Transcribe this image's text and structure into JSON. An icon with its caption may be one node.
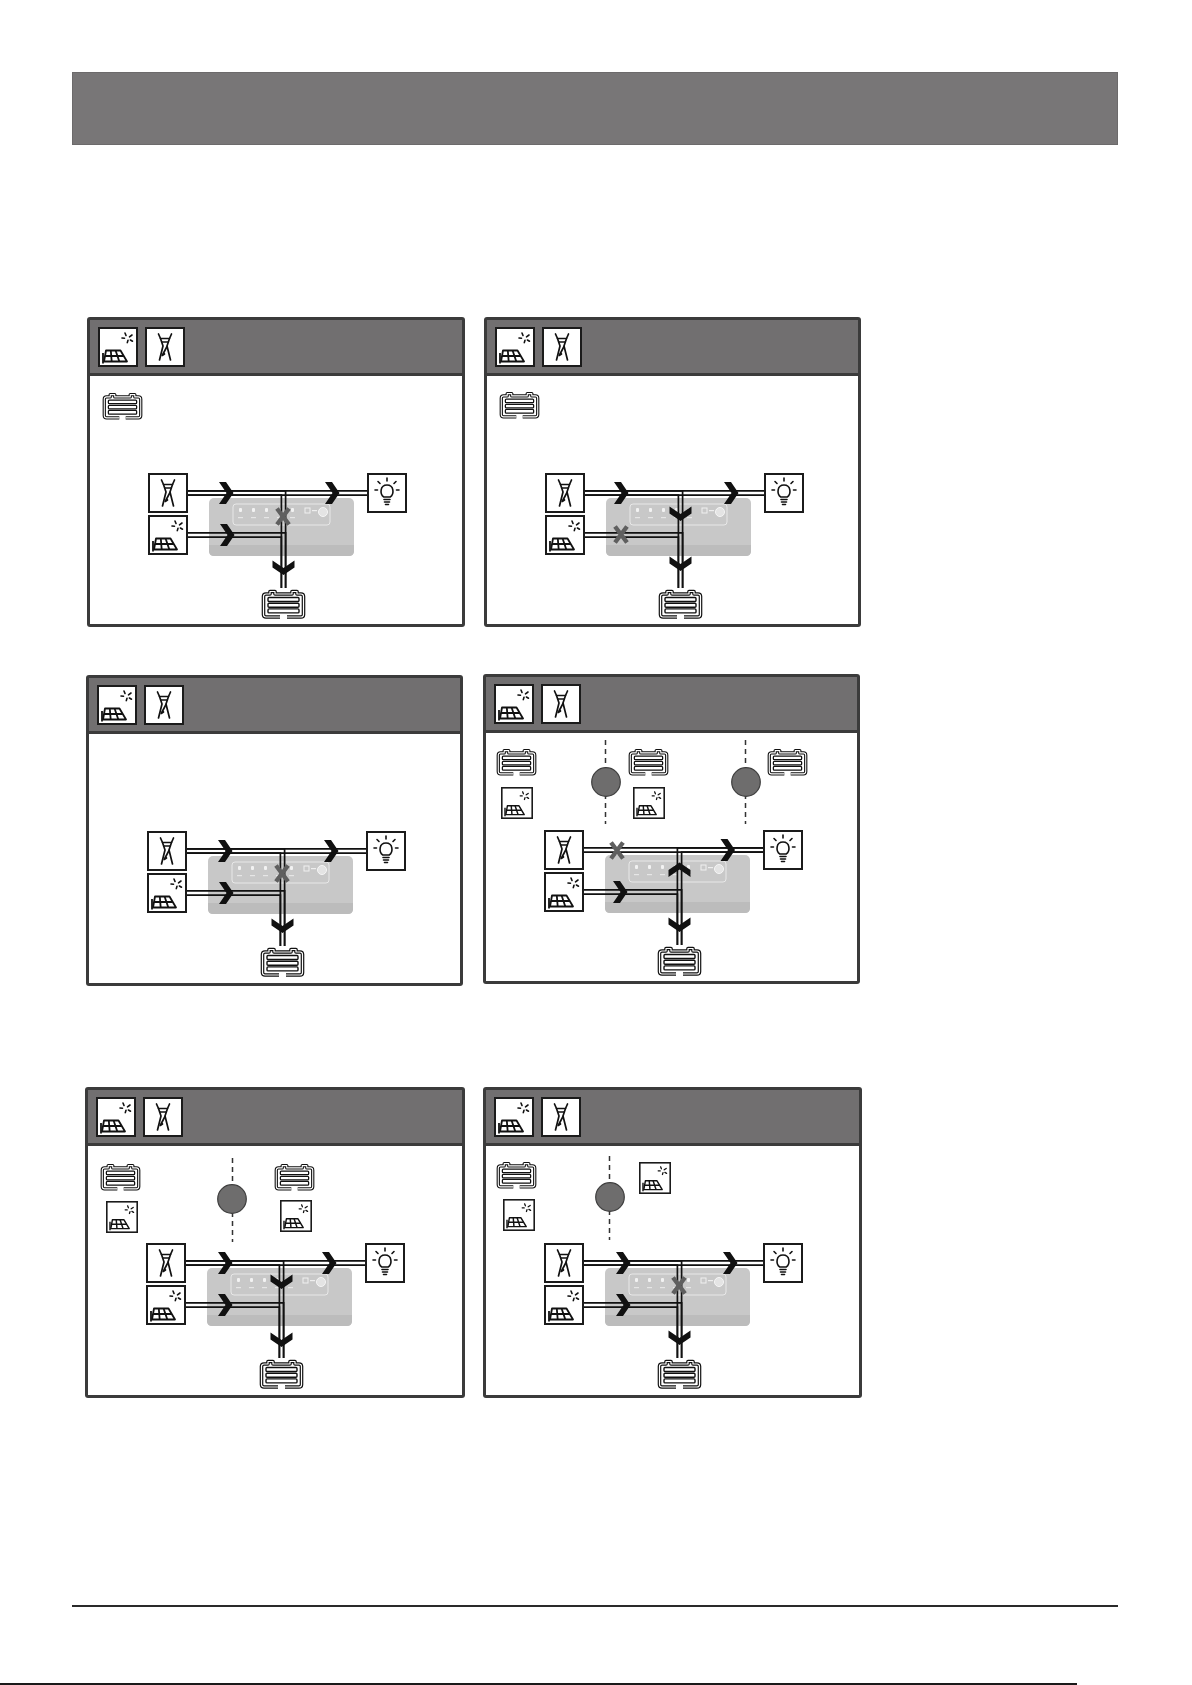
{
  "diagram": {
    "nodes": [
      {
        "text": [],
        "shape": "box"
      },
      {
        "text": [],
        "shape": "picture",
        "in": 0
      },
      {
        "text": [],
        "shape": "picture",
        "in": 0
      },
      {
        "text": [],
        "shape": "picture",
        "in": 0
      },
      {
        "text": [],
        "shape": "picture",
        "in": 0
      },
      {
        "text": [],
        "shape": "box"
      },
      {
        "text": [],
        "shape": "picture",
        "in": 5
      },
      {
        "text": [],
        "shape": "picture",
        "in": 5
      },
      {
        "text": [],
        "shape": "picture",
        "in": 5
      },
      {
        "text": [],
        "shape": "picture",
        "in": 5
      },
      {
        "text": [],
        "shape": "box"
      },
      {
        "text": [],
        "shape": "picture",
        "in": 10
      },
      {
        "text": [],
        "shape": "picture",
        "in": 10
      },
      {
        "text": [],
        "shape": "picture",
        "in": 10
      },
      {
        "text": [],
        "shape": "picture",
        "in": 10
      },
      {
        "text": [],
        "shape": "box"
      },
      {
        "text": [],
        "shape": "picture",
        "in": 15
      },
      {
        "text": [],
        "shape": "picture",
        "in": 15
      },
      {
        "text": [],
        "shape": "picture",
        "in": 15
      },
      {
        "text": [],
        "shape": "picture",
        "in": 15
      },
      {
        "text": [],
        "shape": "box"
      },
      {
        "text": [],
        "shape": "picture",
        "in": 20
      },
      {
        "text": [],
        "shape": "picture",
        "in": 20
      },
      {
        "text": [],
        "shape": "picture",
        "in": 20
      },
      {
        "text": [],
        "shape": "picture",
        "in": 20
      },
      {
        "text": [],
        "shape": "box"
      },
      {
        "text": [],
        "shape": "picture",
        "in": 25
      },
      {
        "text": [],
        "shape": "picture",
        "in": 25
      },
      {
        "text": [],
        "shape": "picture",
        "in": 25
      },
      {
        "text": [],
        "shape": "picture",
        "in": 25
      }
    ],
    "edges": [
      {
        "from": 1,
        "to": 2,
        "arrow": "to"
      },
      {
        "from": 3,
        "to": 4,
        "arrow": "to"
      },
      {
        "from": 1,
        "to": 4,
        "arrow": "none"
      },
      {
        "from": 6,
        "to": 7,
        "arrow": "to"
      },
      {
        "from": 6,
        "to": 9,
        "arrow": "to"
      },
      {
        "from": 8,
        "to": 9,
        "arrow": "none"
      },
      {
        "from": 11,
        "to": 12,
        "arrow": "to"
      },
      {
        "from": 13,
        "to": 14,
        "arrow": "to"
      },
      {
        "from": 11,
        "to": 14,
        "arrow": "none"
      },
      {
        "from": 16,
        "to": 17,
        "arrow": "none"
      },
      {
        "from": 19,
        "to": 17,
        "arrow": "to"
      },
      {
        "from": 18,
        "to": 19,
        "arrow": "to"
      },
      {
        "from": 21,
        "to": 22,
        "arrow": "to"
      },
      {
        "from": 21,
        "to": 24,
        "arrow": "to"
      },
      {
        "from": 23,
        "to": 24,
        "arrow": "to"
      },
      {
        "from": 26,
        "to": 27,
        "arrow": "to"
      },
      {
        "from": 28,
        "to": 29,
        "arrow": "to"
      },
      {
        "from": 26,
        "to": 29,
        "arrow": "none"
      }
    ]
  }
}
